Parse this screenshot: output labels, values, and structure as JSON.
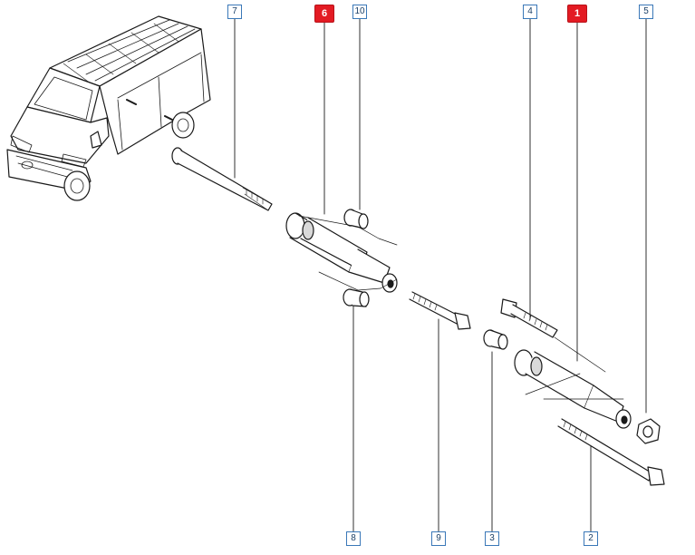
{
  "colors": {
    "line": "#1a1a1a",
    "callout_border": "#3a78b8",
    "highlight": "#e31b23",
    "part_fill": "#ffffff",
    "shade": "#d9d9d9"
  },
  "callouts": [
    {
      "id": "c7",
      "label": "7",
      "highlight": false
    },
    {
      "id": "c6",
      "label": "6",
      "highlight": true
    },
    {
      "id": "c10",
      "label": "10",
      "highlight": false
    },
    {
      "id": "c4",
      "label": "4",
      "highlight": false
    },
    {
      "id": "c1",
      "label": "1",
      "highlight": true
    },
    {
      "id": "c5",
      "label": "5",
      "highlight": false
    },
    {
      "id": "c8",
      "label": "8",
      "highlight": false
    },
    {
      "id": "c9",
      "label": "9",
      "highlight": false
    },
    {
      "id": "c3",
      "label": "3",
      "highlight": false
    },
    {
      "id": "c2",
      "label": "2",
      "highlight": false
    }
  ]
}
